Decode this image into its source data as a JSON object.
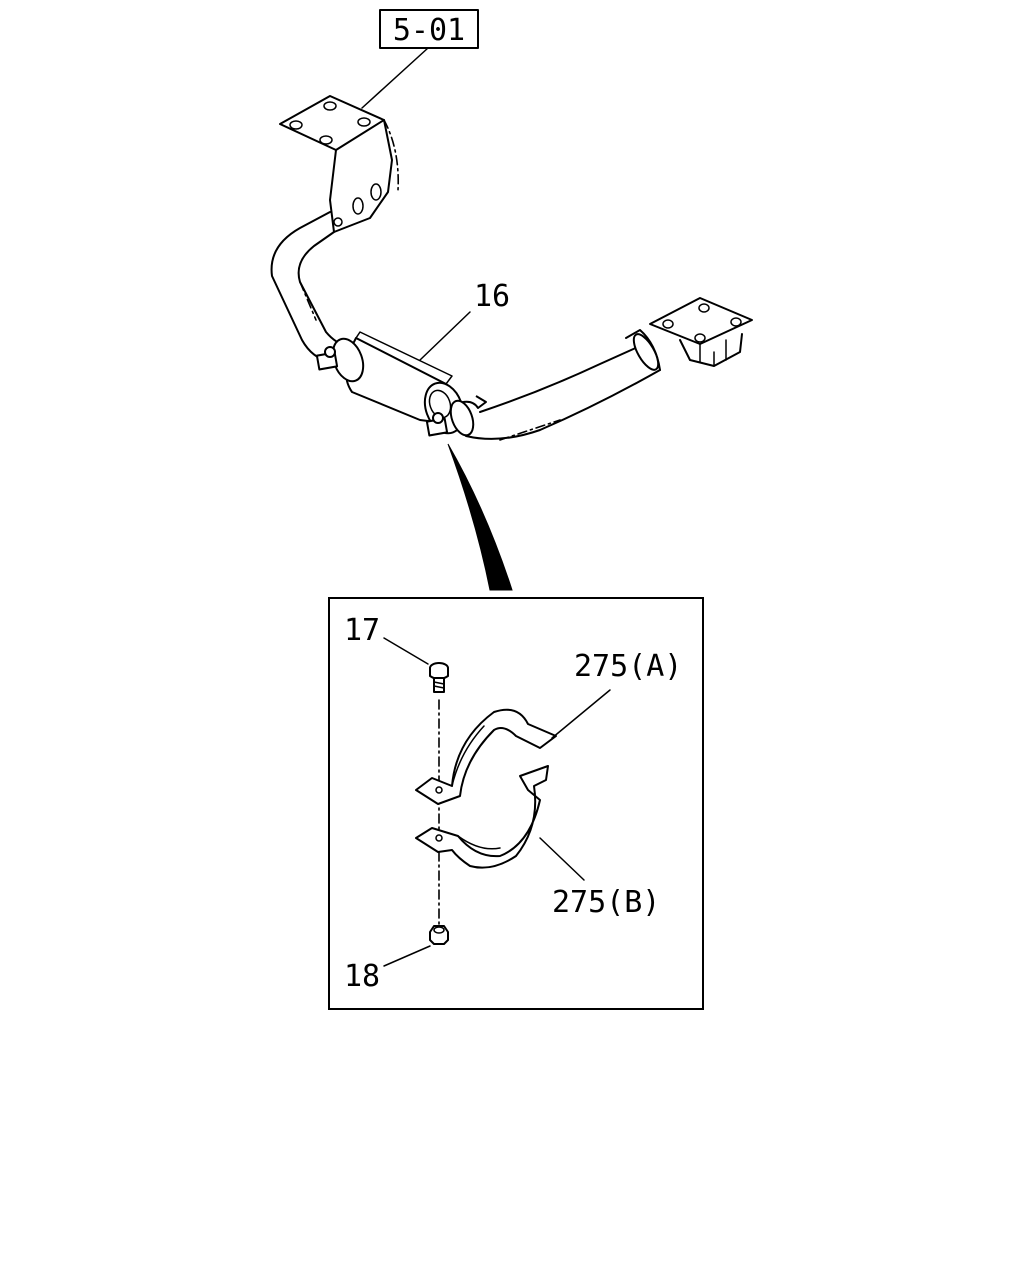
{
  "reference_label": "5-01",
  "callouts": {
    "part_16": "16",
    "part_17": "17",
    "part_18": "18",
    "part_275a": "275(A)",
    "part_275b": "275(B)"
  }
}
